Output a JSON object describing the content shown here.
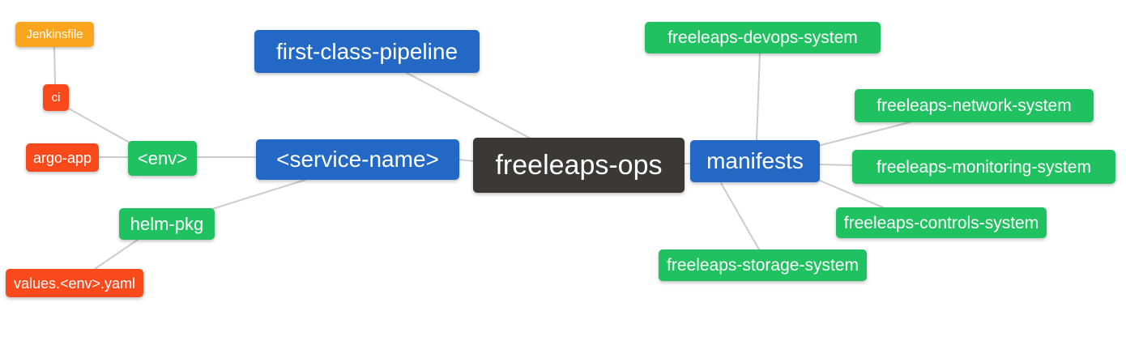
{
  "diagram": {
    "type": "mindmap",
    "root_label": "freeleaps-ops"
  },
  "palette": {
    "blue": "#2268C4",
    "green": "#1FC160",
    "orange": "#FBA61E",
    "red": "#FA4A1C",
    "dark": "#3B3838",
    "edge": "#CCCCCC",
    "node_text": "#FFFFFF",
    "background": "#FFFFFF"
  },
  "nodes": [
    {
      "id": "jenkinsfile",
      "label": "Jenkinsfile",
      "color": "orange"
    },
    {
      "id": "ci",
      "label": "ci",
      "color": "red"
    },
    {
      "id": "argo-app",
      "label": "argo-app",
      "color": "red"
    },
    {
      "id": "env",
      "label": "<env>",
      "color": "green"
    },
    {
      "id": "helm-pkg",
      "label": "helm-pkg",
      "color": "green"
    },
    {
      "id": "values-env-yaml",
      "label": "values.<env>.yaml",
      "color": "red"
    },
    {
      "id": "first-class-pipeline",
      "label": "first-class-pipeline",
      "color": "blue"
    },
    {
      "id": "service-name",
      "label": "<service-name>",
      "color": "blue"
    },
    {
      "id": "freeleaps-ops",
      "label": "freeleaps-ops",
      "color": "dark"
    },
    {
      "id": "manifests",
      "label": "manifests",
      "color": "blue"
    },
    {
      "id": "devops-system",
      "label": "freeleaps-devops-system",
      "color": "green"
    },
    {
      "id": "network-system",
      "label": "freeleaps-network-system",
      "color": "green"
    },
    {
      "id": "monitoring-system",
      "label": "freeleaps-monitoring-system",
      "color": "green"
    },
    {
      "id": "controls-system",
      "label": "freeleaps-controls-system",
      "color": "green"
    },
    {
      "id": "storage-system",
      "label": "freeleaps-storage-system",
      "color": "green"
    }
  ],
  "edges": [
    {
      "from": "Jenkinsfile",
      "to": "ci"
    },
    {
      "from": "ci",
      "to": "<env>"
    },
    {
      "from": "argo-app",
      "to": "<env>"
    },
    {
      "from": "<env>",
      "to": "<service-name>"
    },
    {
      "from": "helm-pkg",
      "to": "<service-name>"
    },
    {
      "from": "values.<env>.yaml",
      "to": "helm-pkg"
    },
    {
      "from": "first-class-pipeline",
      "to": "freeleaps-ops"
    },
    {
      "from": "<service-name>",
      "to": "freeleaps-ops"
    },
    {
      "from": "freeleaps-ops",
      "to": "manifests"
    },
    {
      "from": "manifests",
      "to": "freeleaps-devops-system"
    },
    {
      "from": "manifests",
      "to": "freeleaps-network-system"
    },
    {
      "from": "manifests",
      "to": "freeleaps-monitoring-system"
    },
    {
      "from": "manifests",
      "to": "freeleaps-controls-system"
    },
    {
      "from": "manifests",
      "to": "freeleaps-storage-system"
    }
  ]
}
